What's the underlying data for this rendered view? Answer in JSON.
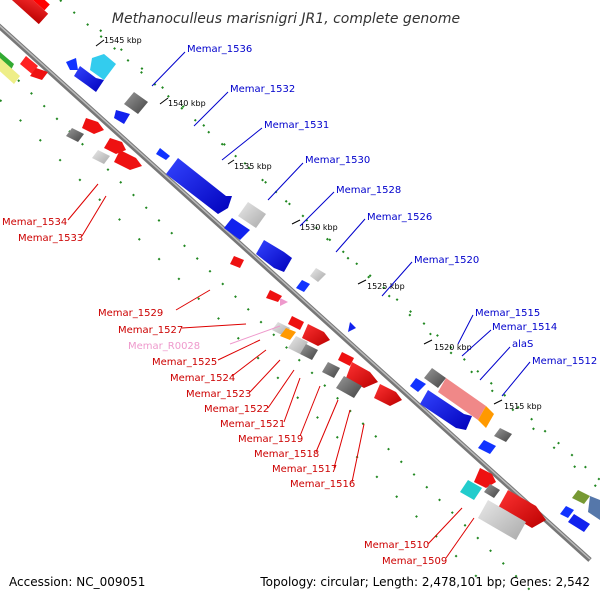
{
  "title": "Methanoculleus marisnigri JR1, complete genome",
  "footer": {
    "accession": "Accession: NC_009051",
    "summary": "Topology: circular; Length: 2,478,101 bp; Genes: 2,542"
  },
  "scale_labels": [
    "1545 kbp",
    "1540 kbp",
    "1535 kbp",
    "1530 kbp",
    "1525 kbp",
    "1520 kbp",
    "1515 kbp"
  ],
  "genes_forward": [
    "Memar_1536",
    "Memar_1532",
    "Memar_1531",
    "Memar_1530",
    "Memar_1528",
    "Memar_1526",
    "Memar_1520",
    "Memar_1515",
    "Memar_1514",
    "alaS",
    "Memar_1512"
  ],
  "genes_reverse": [
    "Memar_1534",
    "Memar_1533",
    "Memar_1529",
    "Memar_1527",
    "Memar_R0028",
    "Memar_1525",
    "Memar_1524",
    "Memar_1523",
    "Memar_1522",
    "Memar_1521",
    "Memar_1519",
    "Memar_1518",
    "Memar_1517",
    "Memar_1516",
    "Memar_1510",
    "Memar_1509"
  ],
  "colors": {
    "forward_gene": "#0000dd",
    "reverse_gene": "#dd0000",
    "rna_gene": "#ee99cc",
    "backbone": "#777777",
    "tick": "#228822"
  }
}
